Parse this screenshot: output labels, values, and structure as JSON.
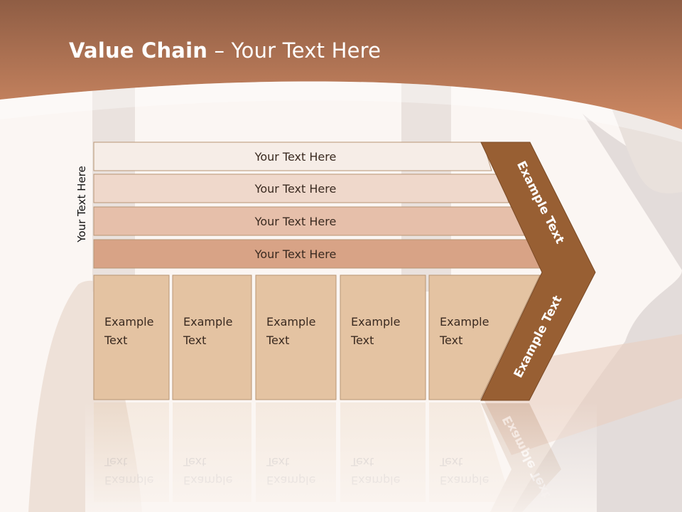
{
  "title": {
    "bold": "Value Chain",
    "rest": " – Your Text Here"
  },
  "side_label": "Your Text Here",
  "bars": [
    {
      "label": "Your Text Here",
      "fill": "#f6ede7"
    },
    {
      "label": "Your Text Here",
      "fill": "#efd8cb"
    },
    {
      "label": "Your Text Here",
      "fill": "#e6bfaa"
    },
    {
      "label": "Your Text Here",
      "fill": "#d8a386"
    }
  ],
  "boxes": [
    {
      "line1": "Example",
      "line2": "Text"
    },
    {
      "line1": "Example",
      "line2": "Text"
    },
    {
      "line1": "Example",
      "line2": "Text"
    },
    {
      "line1": "Example",
      "line2": "Text"
    },
    {
      "line1": "Example",
      "line2": "Text"
    }
  ],
  "chevron": {
    "upper": "Example Text",
    "lower": "Example Text",
    "fill": "#985f33"
  },
  "colors": {
    "header": "#c7805b",
    "box_fill": "#e4c3a2",
    "box_stroke": "#b89574"
  }
}
